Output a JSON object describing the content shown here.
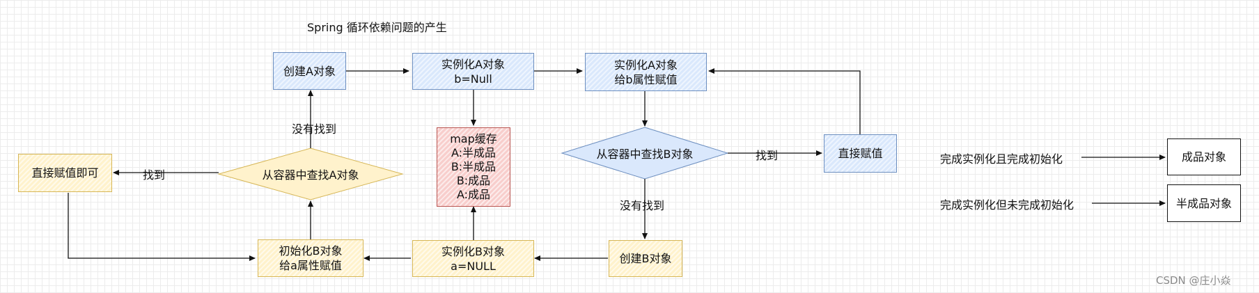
{
  "title": "Spring 循环依赖问题的产生",
  "nodes": {
    "create_a": "创建A对象",
    "instantiate_a": [
      "实例化A对象",
      "b=Null"
    ],
    "assign_b": [
      "实例化A对象",
      "给b属性赋值"
    ],
    "find_a": "从容器中查找A对象",
    "assign_direct_left": "直接赋值即可",
    "map_cache": [
      "map缓存",
      "A:半成品",
      "B:半成品",
      "B:成品",
      "A:成品"
    ],
    "find_b": "从容器中查找B对象",
    "assign_direct_right": "直接赋值",
    "init_b": [
      "初始化B对象",
      "给a属性赋值"
    ],
    "instantiate_b": [
      "实例化B对象",
      "a=NULL"
    ],
    "create_b": "创建B对象"
  },
  "edge_labels": {
    "not_found_a": "没有找到",
    "found_a": "找到",
    "found_b": "找到",
    "not_found_b": "没有找到"
  },
  "legend": [
    {
      "text": "完成实例化且完成初始化",
      "box": "成品对象"
    },
    {
      "text": "完成实例化但未完成初始化",
      "box": "半成品对象"
    }
  ],
  "watermark": "CSDN @庄小焱",
  "colors": {
    "blue_fill": "#dae8fc",
    "blue_stroke": "#6c8ebf",
    "yellow_fill": "#fff2cc",
    "yellow_stroke": "#d6b656",
    "red_fill": "#f8cecc",
    "red_stroke": "#b85450"
  }
}
